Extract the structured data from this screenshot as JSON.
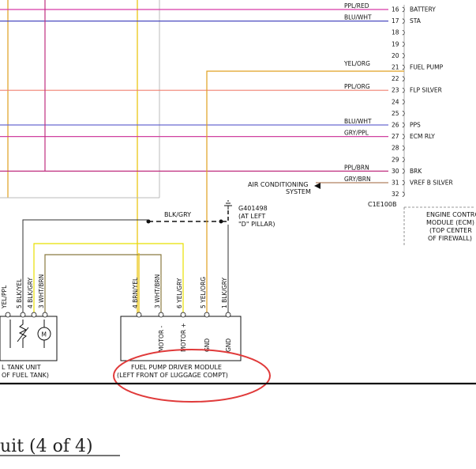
{
  "ecm": {
    "rows": [
      {
        "wire": "PPL/RED",
        "pin": "16",
        "signal": "BATTERY",
        "color": "#d63aa8"
      },
      {
        "wire": "BLU/WHT",
        "pin": "17",
        "signal": "STA",
        "color": "#4a4abf"
      },
      {
        "wire": "",
        "pin": "18",
        "signal": "",
        "color": ""
      },
      {
        "wire": "",
        "pin": "19",
        "signal": "",
        "color": ""
      },
      {
        "wire": "",
        "pin": "20",
        "signal": "",
        "color": ""
      },
      {
        "wire": "YEL/ORG",
        "pin": "21",
        "signal": "FUEL PUMP",
        "color": "#e0a020"
      },
      {
        "wire": "",
        "pin": "22",
        "signal": "",
        "color": ""
      },
      {
        "wire": "PPL/ORG",
        "pin": "23",
        "signal": "FLP SILVER",
        "color": "#f08070"
      },
      {
        "wire": "",
        "pin": "24",
        "signal": "",
        "color": ""
      },
      {
        "wire": "",
        "pin": "25",
        "signal": "",
        "color": ""
      },
      {
        "wire": "BLU/WHT",
        "pin": "26",
        "signal": "PPS",
        "color": "#6a6ad0"
      },
      {
        "wire": "GRY/PPL",
        "pin": "27",
        "signal": "ECM RLY",
        "color": "#d040a0"
      },
      {
        "wire": "",
        "pin": "28",
        "signal": "",
        "color": ""
      },
      {
        "wire": "",
        "pin": "29",
        "signal": "",
        "color": ""
      },
      {
        "wire": "PPL/BRN",
        "pin": "30",
        "signal": "BRK",
        "color": "#c03080"
      },
      {
        "wire": "GRY/BRN",
        "pin": "31",
        "signal": "VREF B SILVER",
        "color": "#b08060"
      },
      {
        "wire": "",
        "pin": "32",
        "signal": "",
        "color": ""
      }
    ],
    "connector": "C1E100B",
    "module_lines": [
      "ENGINE CONTROL",
      "MODULE (ECM)",
      "(TOP CENTER",
      "OF FIREWALL)"
    ]
  },
  "ac_system": [
    "AIR CONDITIONING",
    "SYSTEM"
  ],
  "ground": {
    "id": "G401498",
    "lines": [
      "(AT LEFT",
      "\"D\" PILLAR)"
    ],
    "wire": "BLK/GRY"
  },
  "driver_module": {
    "pins": [
      {
        "n": "4",
        "wire": "BRN/YEL",
        "func": ""
      },
      {
        "n": "3",
        "wire": "WHT/BRN",
        "func": "MOTOR -"
      },
      {
        "n": "6",
        "wire": "YEL/GRY",
        "func": "MOTOR +"
      },
      {
        "n": "5",
        "wire": "YEL/ORG",
        "func": "GND"
      },
      {
        "n": "1",
        "wire": "BLK/GRY",
        "func": "GND"
      }
    ],
    "caption": [
      "FUEL PUMP DRIVER MODULE",
      "(LEFT FRONT OF LUGGAGE COMPT)"
    ]
  },
  "tank_unit": {
    "pins": [
      {
        "n": "",
        "wire": "YEL/PPL"
      },
      {
        "n": "5",
        "wire": "BLK/YEL"
      },
      {
        "n": "4",
        "wire": "BLK/GRY"
      },
      {
        "n": "3",
        "wire": "WHT/BRN"
      }
    ],
    "motor_symbol": "M",
    "caption": [
      "L TANK UNIT",
      "OF FUEL TANK)"
    ]
  },
  "page_title": "uit (4 of 4)"
}
